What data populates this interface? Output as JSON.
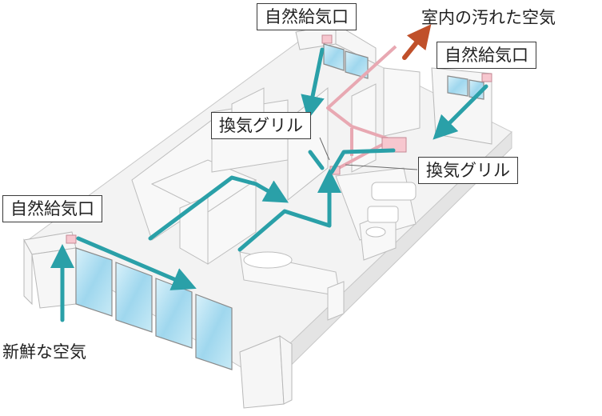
{
  "labels": {
    "intake_top": "自然給気口",
    "intake_right": "自然給気口",
    "intake_left": "自然給気口",
    "grille_center": "換気グリル",
    "grille_right": "換気グリル",
    "exhaust": "室内の汚れた空気",
    "fresh_air": "新鮮な空気"
  },
  "colors": {
    "supply_arrow": "#2aa0a8",
    "exhaust_arrow": "#c0502a",
    "duct": "#f2b8c0",
    "wall": "#f2f2f2",
    "window": "#aee0f2"
  }
}
